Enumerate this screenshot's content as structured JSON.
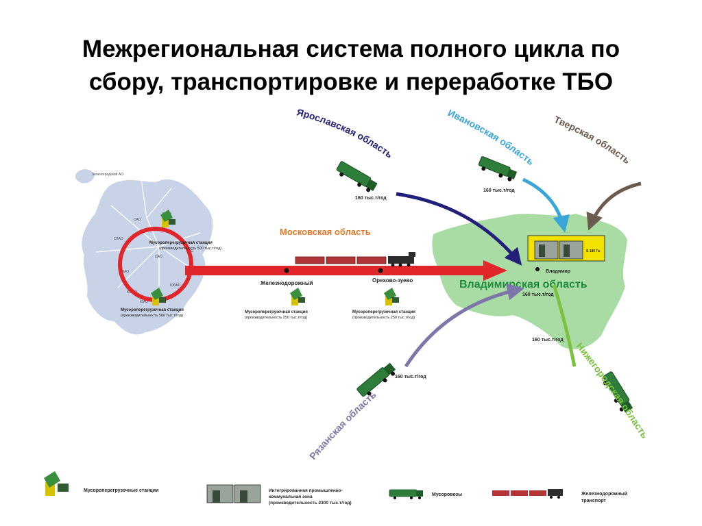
{
  "title_line1": "Межрегиональная система полного цикла по",
  "title_line2": "сбору, транспортировке и переработке ТБО",
  "moscow": {
    "caption": "Зеленоградский АО",
    "okrug_labels": [
      "САО",
      "СВАО",
      "СЗАО",
      "ЗАО",
      "ЦАО",
      "ВАО",
      "ЮЗАО",
      "ЮАО",
      "ЮВАО"
    ],
    "station_north": "Мусороперегрузочная станция",
    "station_north_cap": "(производительность 500 тыс.т/год)",
    "station_south": "Мусороперегрузочная станция",
    "station_south_cap": "(производительность 500 тыс.т/год)"
  },
  "regions": {
    "yaroslavl": "Ярославская область",
    "ivanovo": "Ивановская область",
    "tver": "Тверская область",
    "moscow_oblast": "Московская область",
    "vladimir": "Владимирская область",
    "ryazan": "Рязанская область",
    "nizhny": "Нижегородская область"
  },
  "flows": {
    "yaroslavl": "160 тыс.т/год",
    "ivanovo": "160 тыс.т/год",
    "vladimir": "160 тыс.т/год",
    "ryazan": "160 тыс.т/год",
    "nizhny": "160 тыс.т/год"
  },
  "stations": {
    "zheleznodorozhny": "Железнодорожный",
    "orekhovo": "Орехово-зуево",
    "station_label": "Мусороперегрузочная станция",
    "station_cap": "(производительность 250 тыс.т/год)"
  },
  "vladimir_city": "Владимир",
  "zone_area": "S 180 Га",
  "legend": {
    "stations": "Мусороперегрузочные станции",
    "zone_line1": "Интегрированная промышленно-",
    "zone_line2": "коммунальная зона",
    "zone_line3": "(производительность 2300 тыс.т/год)",
    "trucks": "Мусоровозы",
    "rail_line1": "Железнодорожный",
    "rail_line2": "транспорт"
  },
  "colors": {
    "moscow_fill": "#c9d3e8",
    "red_arrow": "#e0262a",
    "vladimir_fill": "#a9dca4",
    "yaroslavl_arrow": "#23207a",
    "ivanovo_arrow": "#3aa6d8",
    "tver_arrow": "#6b5a4e",
    "ryazan_arrow": "#7d76a8",
    "nizhny_arrow": "#7cc242",
    "moscow_oblast_text": "#e07a27",
    "vladimir_text": "#1d8d3a"
  }
}
